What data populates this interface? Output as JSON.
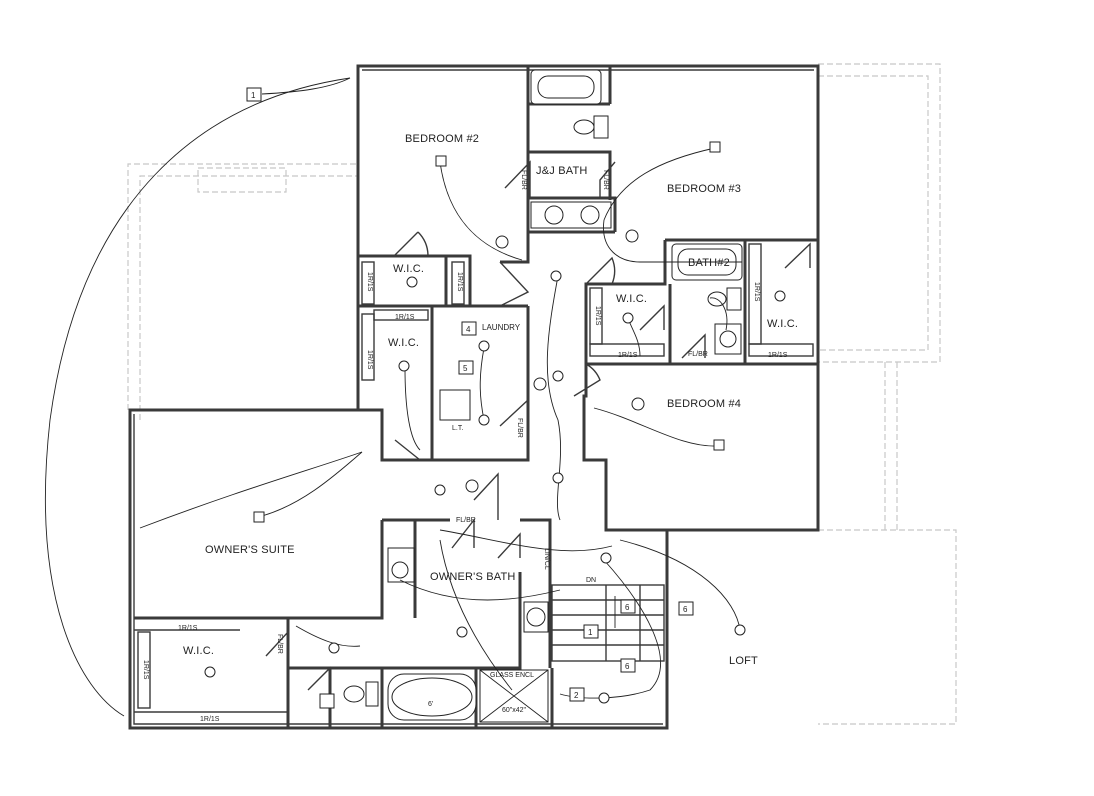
{
  "rooms": {
    "bedroom2": "BEDROOM #2",
    "jj_bath": "J&J BATH",
    "bedroom3": "BEDROOM #3",
    "wic_bed2": "W.I.C.",
    "bath2": "BATH#2",
    "wic_bath2": "W.I.C.",
    "wic_bed3": "W.I.C.",
    "wic_laundry": "W.I.C.",
    "laundry": "LAUNDRY",
    "bedroom4": "BEDROOM #4",
    "owners_suite": "OWNER'S SUITE",
    "owners_bath": "OWNER'S BATH",
    "wic_owner": "W.I.C.",
    "loft": "LOFT",
    "linen": "L.T."
  },
  "labels": {
    "shelf_1r1s": "1R/1S",
    "fl_br": "FL/BR",
    "dn": "DN",
    "glass_encl": "GLASS ENCL",
    "shower_size": "60\"x42\"",
    "tub_size": "6'",
    "linen_closet": "LIN/CL"
  },
  "tags": [
    "1",
    "4",
    "5",
    "6",
    "6",
    "6",
    "1",
    "2"
  ]
}
